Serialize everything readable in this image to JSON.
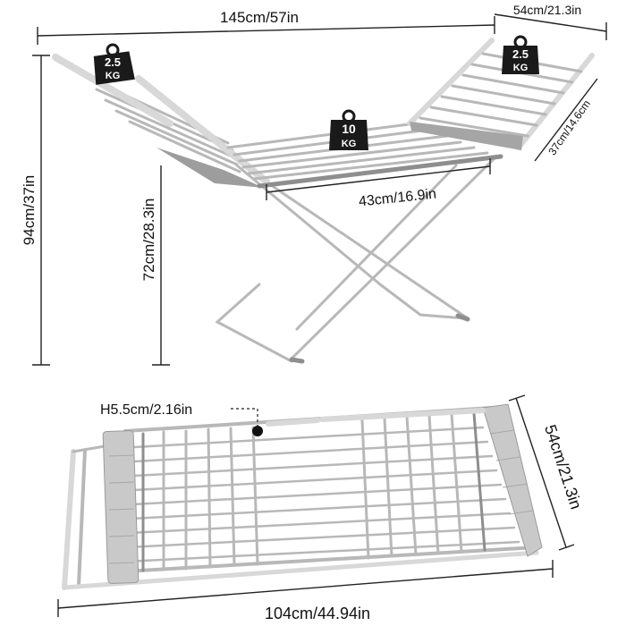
{
  "top_view": {
    "width_label": "145cm/57in",
    "depth_label": "54cm/21.3in",
    "wing_depth_label": "37cm/14.6cm",
    "height_label": "94cm/37in",
    "center_height_label": "72cm/28.3in",
    "center_width_label": "43cm/16.9in",
    "weights": {
      "left_wing": {
        "value": "2.5",
        "unit": "KG"
      },
      "center": {
        "value": "10",
        "unit": "KG"
      },
      "right_wing": {
        "value": "2.5",
        "unit": "KG"
      }
    }
  },
  "folded_view": {
    "thickness_label": "H5.5cm/2.16in",
    "length_label": "104cm/44.94in",
    "width_label": "54cm/21.3in"
  },
  "colors": {
    "frame": "#b8b8b8",
    "weight_badge": "#1a1a1a",
    "dimension_line": "#222222"
  }
}
